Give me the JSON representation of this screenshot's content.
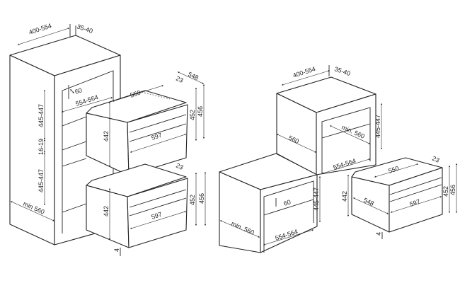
{
  "left_drawing": {
    "cabinet_width": "400-554",
    "cabinet_gap": "35-40",
    "ventilation": "60",
    "opening_width": "554-564",
    "opening_height_top": "445-447",
    "shelf": "16-19",
    "opening_height_bottom": "445-447",
    "depth": "min 560",
    "oven_top": {
      "depth": "548",
      "width_top": "550",
      "offset": "23",
      "height_body": "442",
      "front_width": "597",
      "front_height": "452",
      "total_height": "456"
    },
    "oven_bottom": {
      "offset": "23",
      "height_body": "442",
      "front_width": "597",
      "front_height": "452",
      "total_height": "456",
      "gap": "4"
    }
  },
  "right_drawing": {
    "cabinet_width": "400-554",
    "cabinet_gap": "35-40",
    "upper_depth": "560",
    "upper_inner_depth": "min. 560",
    "upper_opening_height": "445-447",
    "upper_opening_width": "554-564",
    "lower_depth": "min. 560",
    "lower_ventilation": "60",
    "lower_opening_height": "445-447",
    "lower_opening_width": "554-564",
    "oven": {
      "width_top": "550",
      "offset": "23",
      "height_body": "442",
      "depth": "548",
      "front_width": "597",
      "front_height": "452",
      "total_height": "456",
      "gap": "4"
    }
  }
}
